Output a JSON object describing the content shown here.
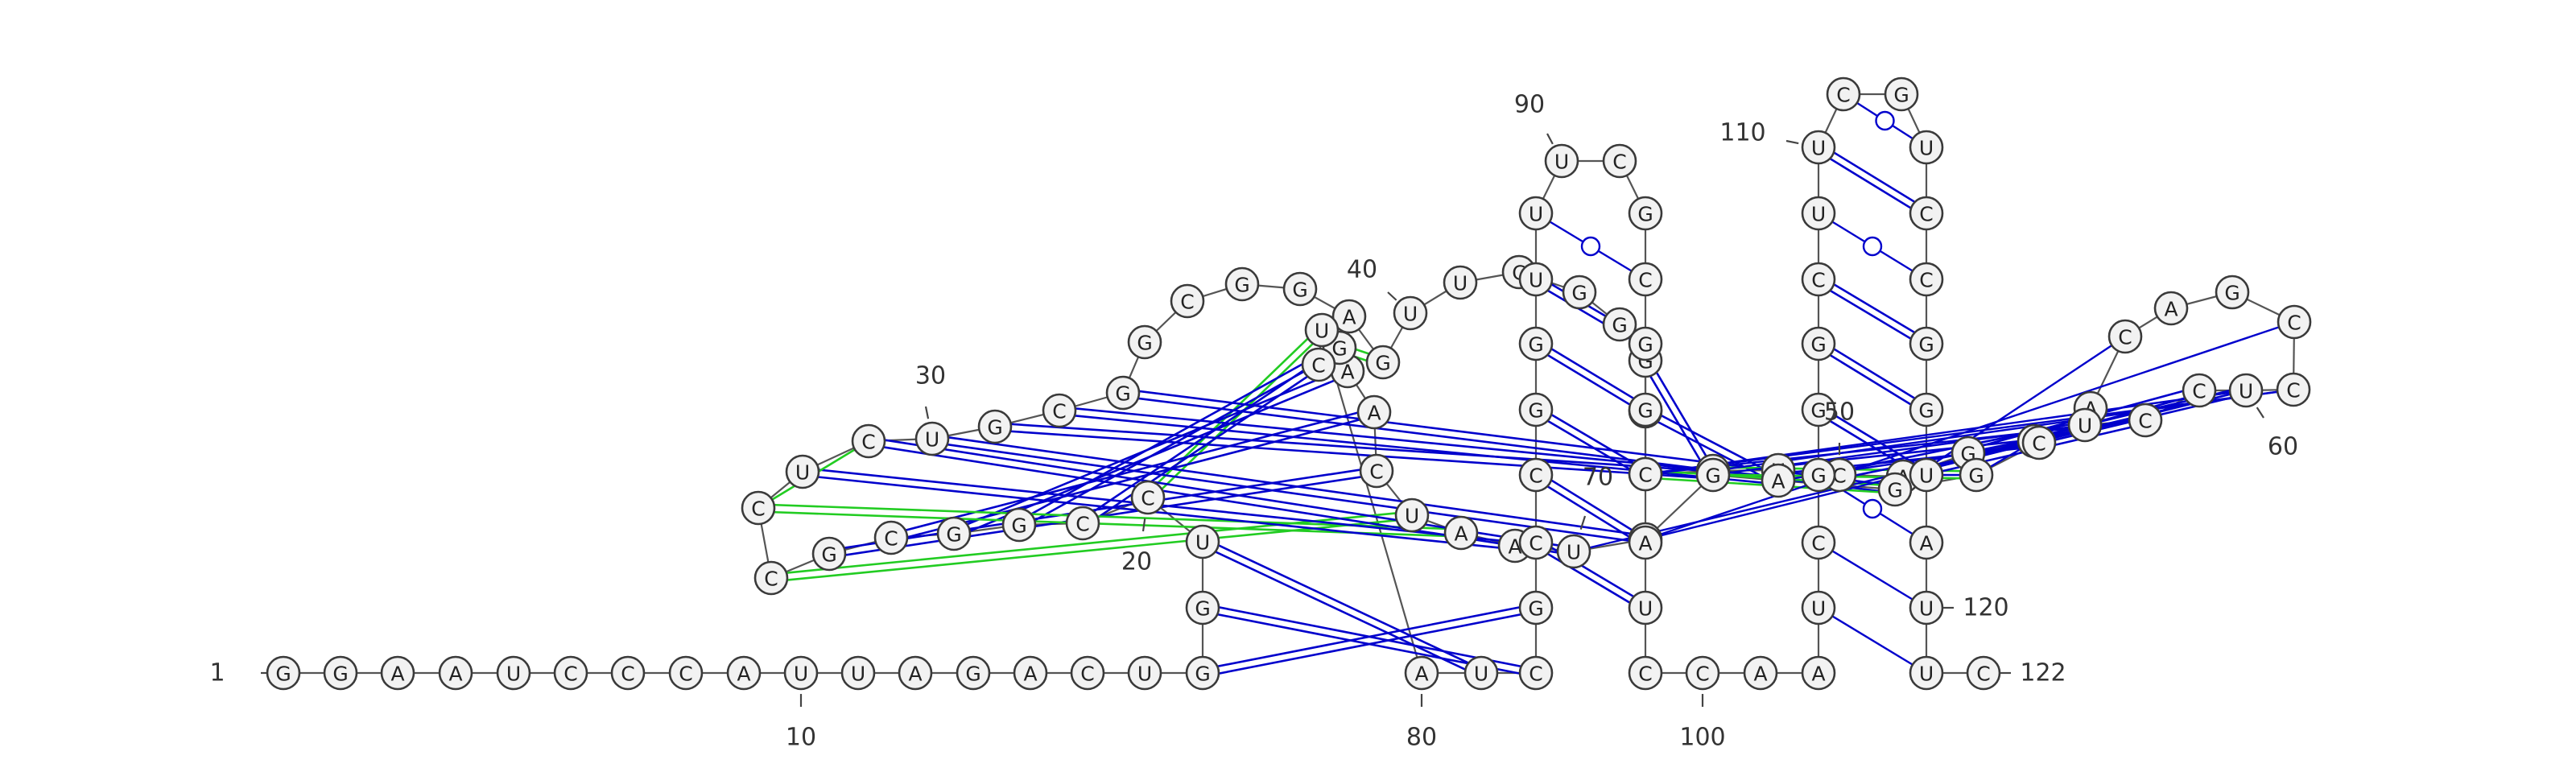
{
  "diagram": {
    "type": "rna-secondary-structure",
    "colors": {
      "canonical_pair": "#0000cc",
      "noncanonical_pair": "#22cc22",
      "backbone": "#555555",
      "nucleotide_fill": "#f2f2f2",
      "nucleotide_stroke": "#3a3a3a"
    },
    "nucleotides": [
      "G",
      "G",
      "A",
      "A",
      "U",
      "C",
      "C",
      "C",
      "A",
      "U",
      "U",
      "A",
      "G",
      "A",
      "C",
      "U",
      "G",
      "G",
      "U",
      "C",
      "C",
      "G",
      "G",
      "C",
      "G",
      "C",
      "C",
      "U",
      "C",
      "U",
      "G",
      "C",
      "G",
      "G",
      "C",
      "G",
      "G",
      "A",
      "G",
      "U",
      "U",
      "C",
      "G",
      "G",
      "G",
      "C",
      "U",
      "A",
      "U",
      "C",
      "A",
      "G",
      "A",
      "A",
      "C",
      "A",
      "G",
      "C",
      "C",
      "U",
      "C",
      "C",
      "U",
      "C",
      "G",
      "G",
      "A",
      "G",
      "C",
      "U",
      "A",
      "A",
      "U",
      "C",
      "A",
      "A",
      "G",
      "C",
      "U",
      "A",
      "U",
      "C",
      "G",
      "C",
      "C",
      "G",
      "G",
      "U",
      "U",
      "U",
      "C",
      "G",
      "C",
      "G",
      "G",
      "C",
      "A",
      "U",
      "C",
      "C",
      "A",
      "A",
      "U",
      "C",
      "G",
      "G",
      "G",
      "C",
      "U",
      "U",
      "C",
      "G",
      "U",
      "C",
      "C",
      "G",
      "G",
      "U",
      "A",
      "U",
      "U",
      "C"
    ],
    "position_labels": [
      {
        "text": "1"
      },
      {
        "text": "10"
      },
      {
        "text": "20"
      },
      {
        "text": "30"
      },
      {
        "text": "40"
      },
      {
        "text": "50"
      },
      {
        "text": "60"
      },
      {
        "text": "70"
      },
      {
        "text": "80"
      },
      {
        "text": "90"
      },
      {
        "text": "100"
      },
      {
        "text": "110"
      },
      {
        "text": "120"
      },
      {
        "text": "122"
      }
    ]
  }
}
